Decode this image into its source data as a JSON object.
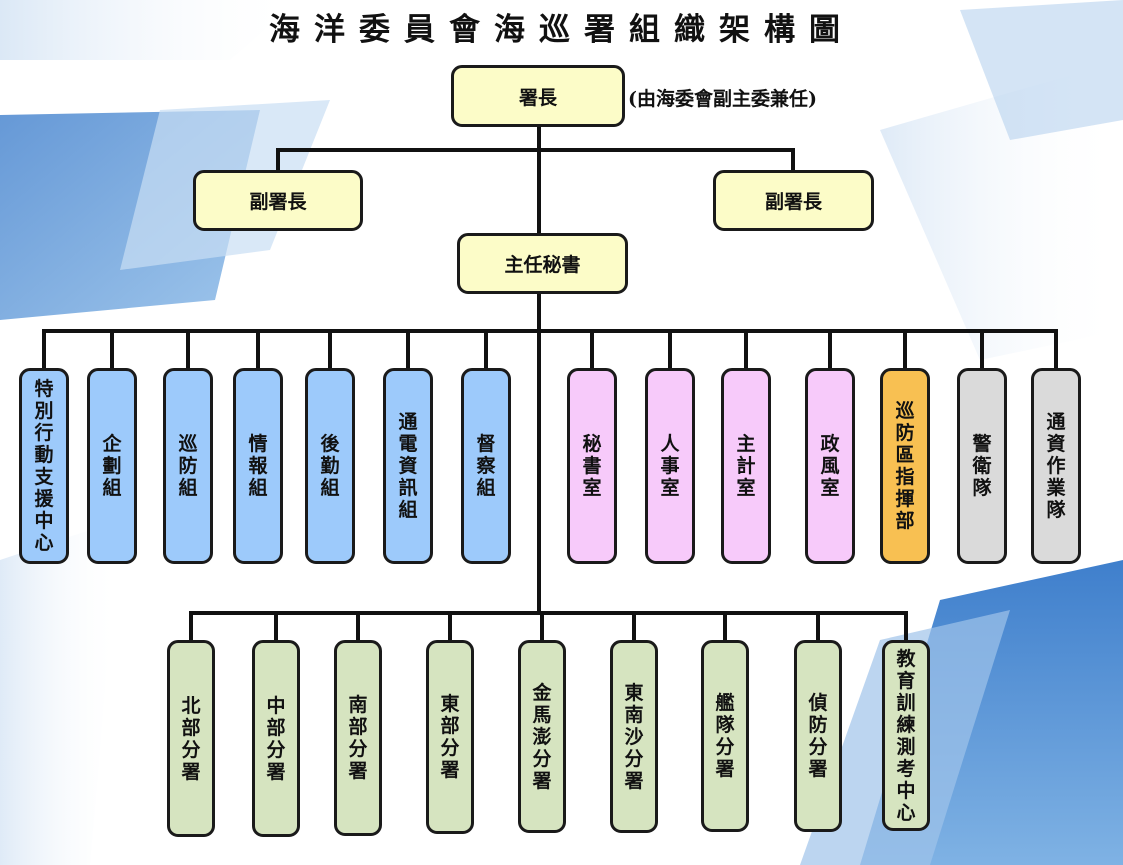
{
  "title": "海洋委員會海巡署組織架構圖",
  "note": "(由海委會副主委兼任)",
  "director": "署長",
  "deputies": [
    "副署長",
    "副署長"
  ],
  "secretary": "主任秘書",
  "units": [
    {
      "label": "特別行動支援中心",
      "color": "#9dcafb"
    },
    {
      "label": "企劃組",
      "color": "#9dcafb"
    },
    {
      "label": "巡防組",
      "color": "#9dcafb"
    },
    {
      "label": "情報組",
      "color": "#9dcafb"
    },
    {
      "label": "後勤組",
      "color": "#9dcafb"
    },
    {
      "label": "通電資訊組",
      "color": "#9dcafb"
    },
    {
      "label": "督察組",
      "color": "#9dcafb"
    },
    {
      "label": "秘書室",
      "color": "#f7cafa"
    },
    {
      "label": "人事室",
      "color": "#f7cafa"
    },
    {
      "label": "主計室",
      "color": "#f7cafa"
    },
    {
      "label": "政風室",
      "color": "#f7cafa"
    },
    {
      "label": "巡防區指揮部",
      "color": "#f8c052"
    },
    {
      "label": "警衛隊",
      "color": "#dadada"
    },
    {
      "label": "通資作業隊",
      "color": "#dadada"
    }
  ],
  "branches": [
    {
      "label": "北部分署",
      "color": "#d6e4c0"
    },
    {
      "label": "中部分署",
      "color": "#d6e4c0"
    },
    {
      "label": "南部分署",
      "color": "#d6e4c0"
    },
    {
      "label": "東部分署",
      "color": "#d6e4c0"
    },
    {
      "label": "金馬澎分署",
      "color": "#d6e4c0"
    },
    {
      "label": "東南沙分署",
      "color": "#d6e4c0"
    },
    {
      "label": "艦隊分署",
      "color": "#d6e4c0"
    },
    {
      "label": "偵防分署",
      "color": "#d6e4c0"
    },
    {
      "label": "教育訓練測考中心",
      "color": "#d6e4c0"
    }
  ]
}
